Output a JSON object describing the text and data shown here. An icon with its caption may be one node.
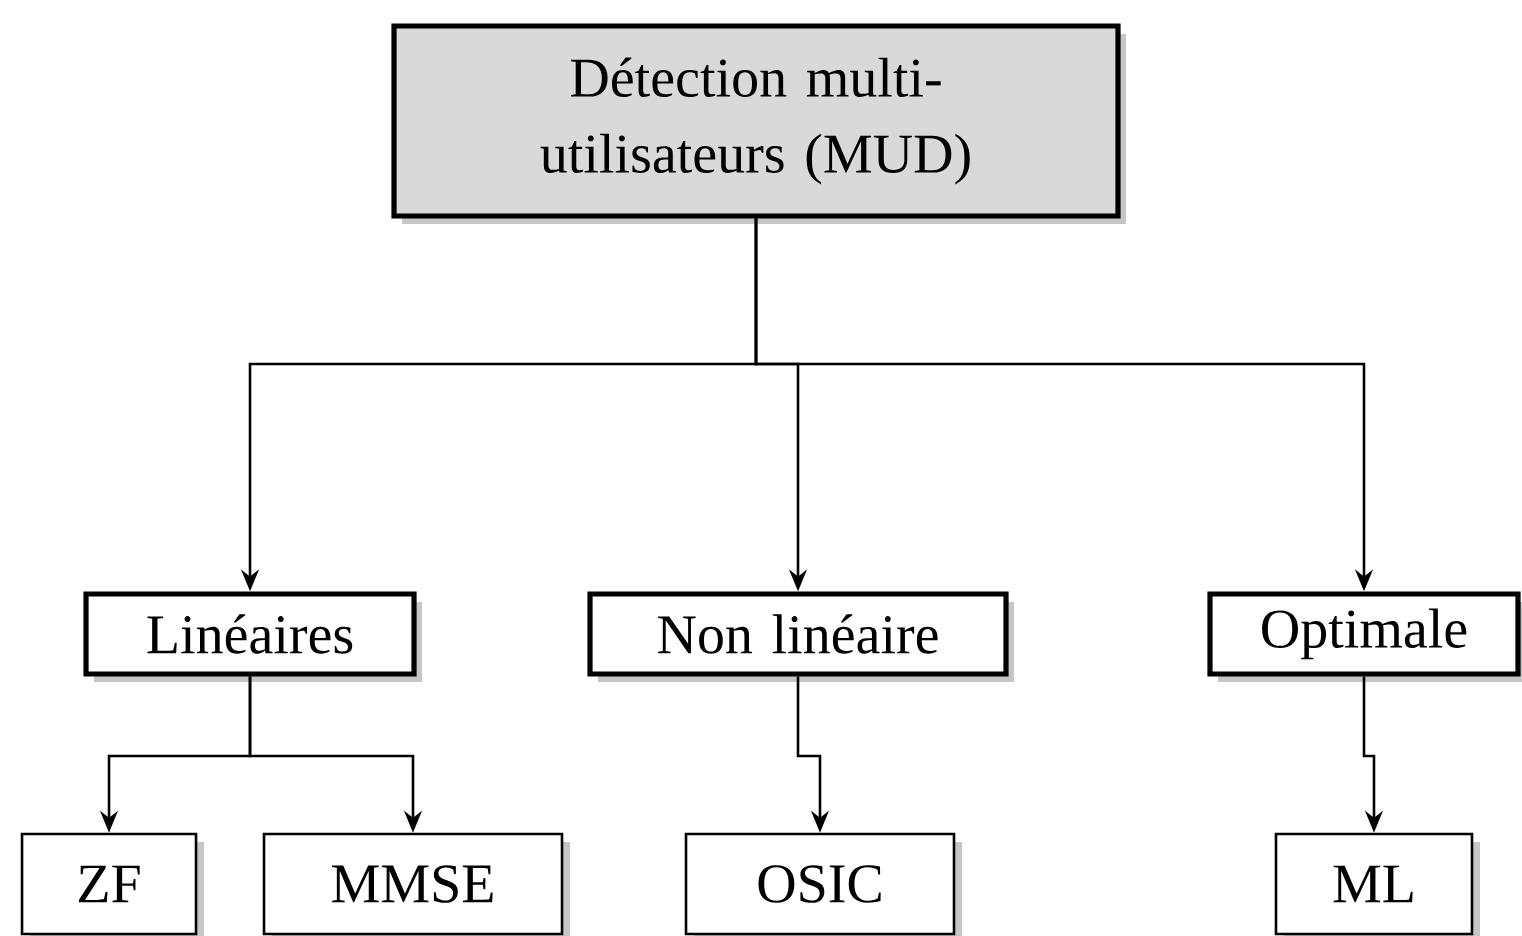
{
  "diagram": {
    "nodes": [
      {
        "text": [
          "Détection multi-utilisateurs (MUD)"
        ]
      },
      {
        "text": [
          "Linéaires"
        ]
      },
      {
        "text": [
          "Non linéaire"
        ]
      },
      {
        "text": [
          "Optimale"
        ]
      },
      {
        "text": [
          "ZF"
        ]
      },
      {
        "text": [
          "MMSE"
        ]
      },
      {
        "text": [
          "OSIC"
        ]
      },
      {
        "text": [
          "ML"
        ]
      }
    ],
    "edges": [
      {
        "from": 0,
        "to": 1,
        "arrow": "to"
      },
      {
        "from": 0,
        "to": 2,
        "arrow": "to"
      },
      {
        "from": 0,
        "to": 3,
        "arrow": "to"
      },
      {
        "from": 1,
        "to": 4,
        "arrow": "to"
      },
      {
        "from": 1,
        "to": 5,
        "arrow": "to"
      },
      {
        "from": 2,
        "to": 6,
        "arrow": "to"
      },
      {
        "from": 3,
        "to": 7,
        "arrow": "to"
      }
    ]
  }
}
